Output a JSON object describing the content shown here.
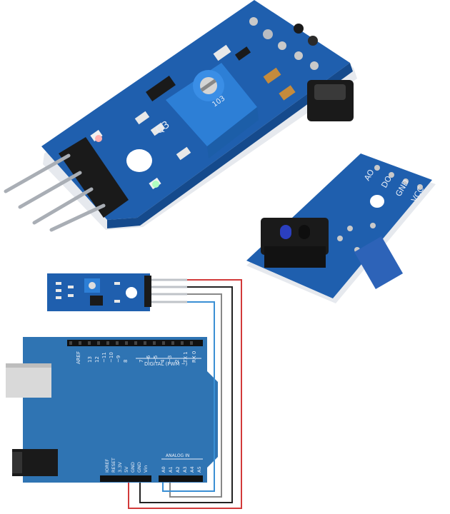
{
  "colors": {
    "background": "#ffffff",
    "pcb_blue": "#1f5fae",
    "pcb_blue_dark": "#154a8c",
    "pcb_edge": "#e6e9ee",
    "arduino_blue": "#2f74b3",
    "header_black": "#1a1a1a",
    "pin_silver": "#a9aeb5",
    "pot_blue": "#2d7fd6",
    "wire_red": "#d23a3a",
    "wire_black": "#222222",
    "wire_blue": "#3a8fd4",
    "wire_gray": "#888888"
  },
  "sensor_module_top": {
    "board_label": "Q3",
    "pot_label": "103"
  },
  "sensor_module_bottom": {
    "pin_labels": [
      "AO",
      "DO",
      "GND",
      "VCC"
    ]
  },
  "arduino": {
    "digital_label": "DIGITAL (PWM ~)",
    "aref_label": "AREF",
    "digital_pins": [
      "13",
      "12",
      "~11",
      "~10",
      "~9",
      "8",
      "7",
      "~6",
      "~5",
      "4",
      "~3",
      "2",
      "TX 1",
      "RX 0"
    ],
    "power_pins": [
      "IOREF",
      "RESET",
      "3.3V",
      "5V",
      "GND",
      "GND",
      "Vin"
    ],
    "analog_label": "ANALOG IN",
    "analog_pins": [
      "A0",
      "A1",
      "A2",
      "A3",
      "A4",
      "A5"
    ]
  }
}
